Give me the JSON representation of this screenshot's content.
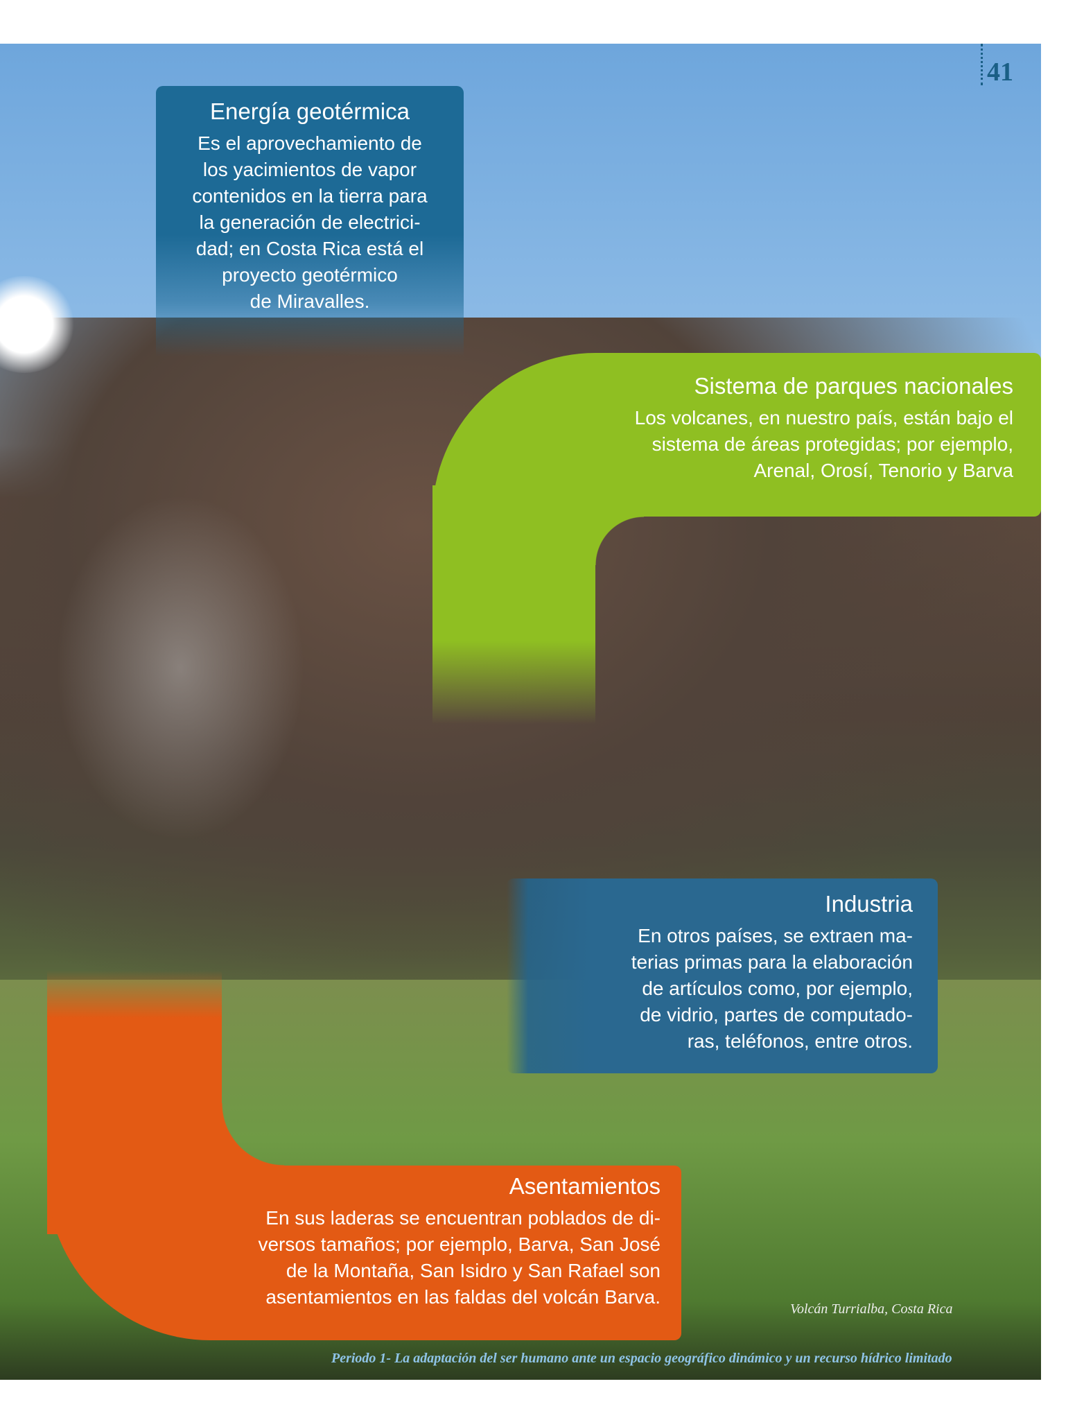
{
  "page_number": "41",
  "boxes": {
    "geotermica": {
      "title": "Energía geotérmica",
      "lines": [
        "Es el aprovechamiento de",
        "los yacimientos de vapor",
        "contenidos en la tierra para",
        "la generación de electrici-",
        "dad; en Costa Rica está el",
        "proyecto geotérmico",
        "de Miravalles."
      ]
    },
    "parques": {
      "title": "Sistema de parques nacionales",
      "lines": [
        "Los volcanes, en nuestro país, están bajo el",
        "sistema de áreas protegidas; por ejemplo,",
        "Arenal, Orosí, Tenorio y Barva"
      ]
    },
    "industria": {
      "title": "Industria",
      "lines": [
        "En otros países, se extraen ma-",
        "terias primas para la elaboración",
        "de artículos como, por ejemplo,",
        "de vidrio, partes de computado-",
        "ras, teléfonos, entre otros."
      ]
    },
    "asentamientos": {
      "title": "Asentamientos",
      "lines": [
        "En sus laderas se encuentran poblados de di-",
        "versos tamaños; por ejemplo, Barva, San José",
        "de la Montaña, San Isidro y San Rafael son",
        "asentamientos en las faldas del volcán Barva."
      ]
    }
  },
  "photo_caption": "Volcán Turrialba, Costa Rica",
  "footer": "Periodo 1- La adaptación del ser humano ante un espacio geográfico dinámico y un recurso hídrico limitado",
  "colors": {
    "blue": "#1d6a96",
    "green": "#8fbf22",
    "orange": "#e35a14"
  }
}
